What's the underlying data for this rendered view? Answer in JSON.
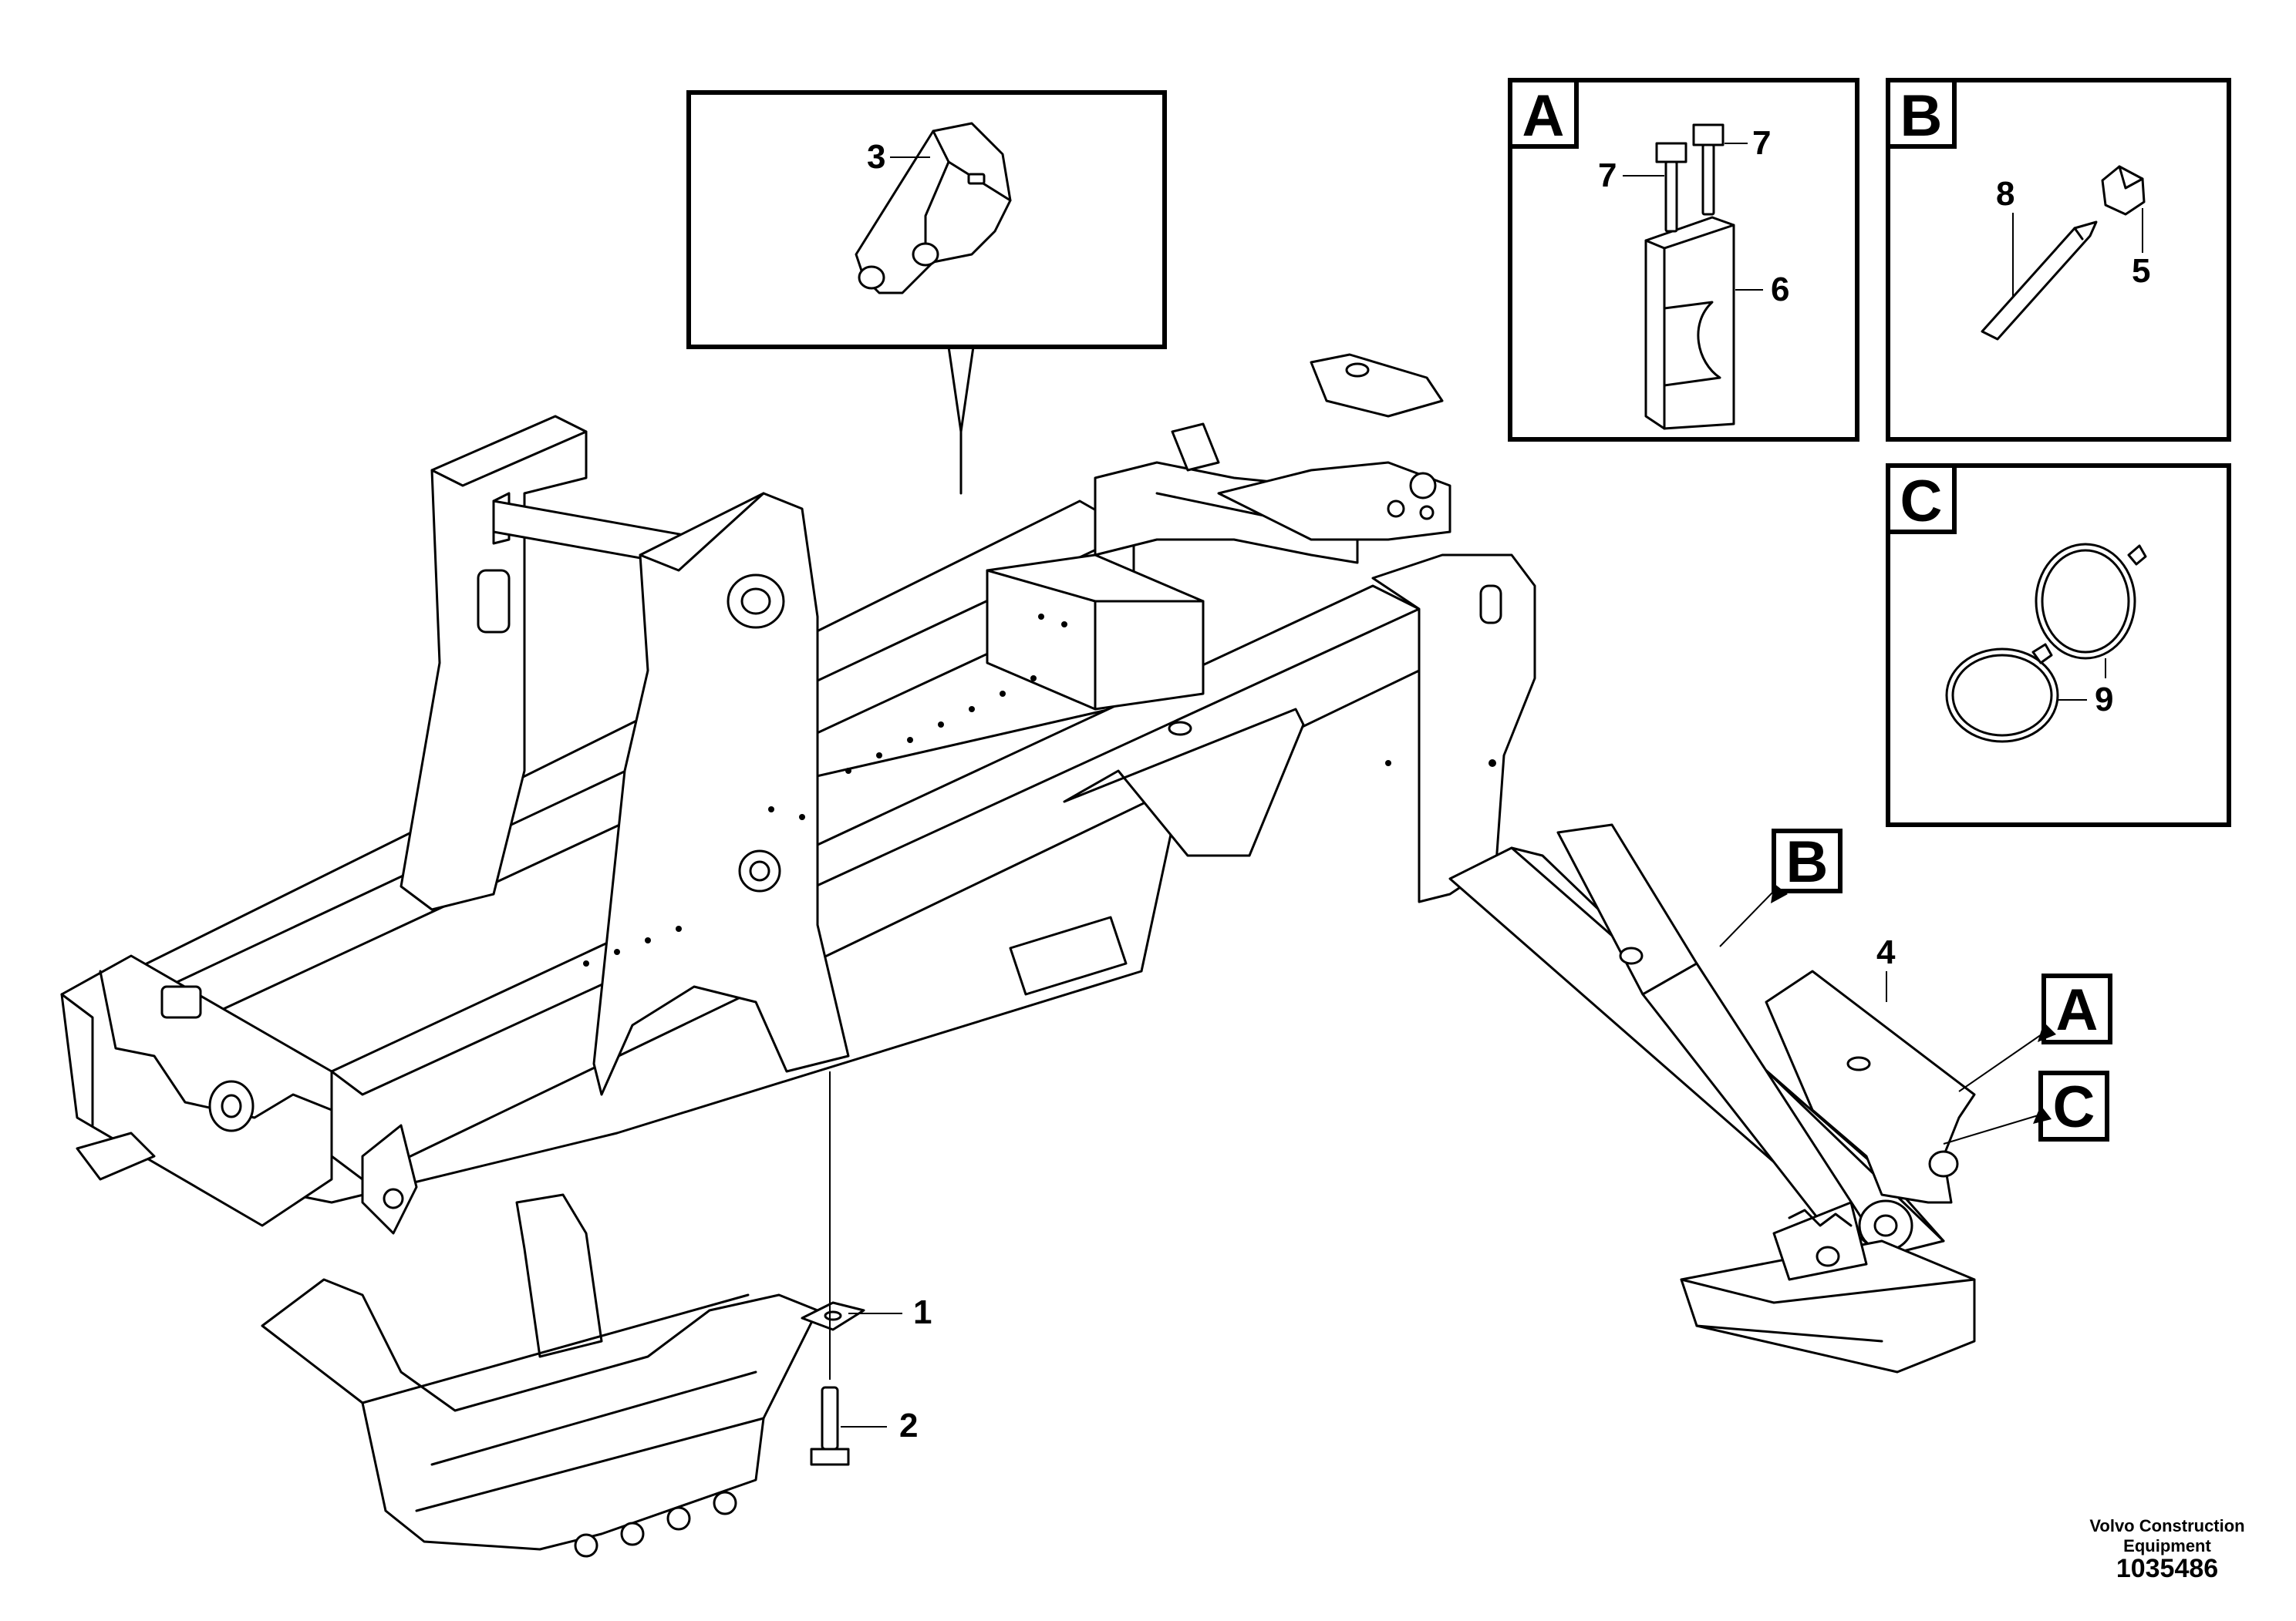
{
  "callouts": {
    "c1": "1",
    "c2": "2",
    "c3": "3",
    "c4": "4",
    "c5": "5",
    "c6": "6",
    "c7a": "7",
    "c7b": "7",
    "c8": "8",
    "c9": "9"
  },
  "detail_boxes": {
    "a": {
      "letter": "A"
    },
    "b": {
      "letter": "B"
    },
    "c": {
      "letter": "C"
    }
  },
  "view_markers": {
    "b": "B",
    "a": "A",
    "c": "C"
  },
  "credit": {
    "company_line1": "Volvo Construction",
    "company_line2": "Equipment",
    "drawing_number": "1035486"
  }
}
